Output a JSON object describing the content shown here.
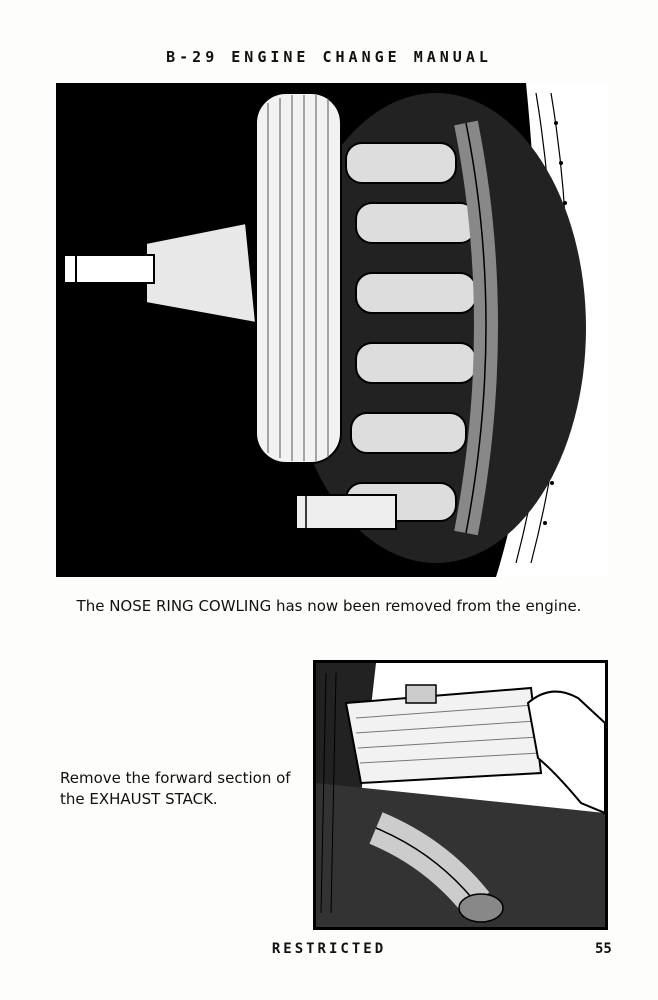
{
  "header": {
    "title": "B-29 ENGINE CHANGE MANUAL"
  },
  "figure1": {
    "caption": "The NOSE RING COWLING has now been removed from the engine."
  },
  "figure2": {
    "caption": "Remove the forward section of the EXHAUST STACK."
  },
  "footer": {
    "classification": "RESTRICTED",
    "page_number": "55"
  }
}
